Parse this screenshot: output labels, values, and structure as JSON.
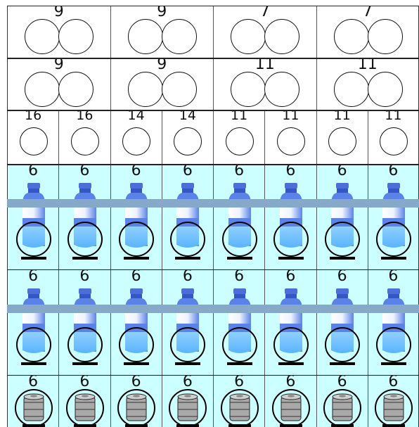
{
  "rows": [
    {
      "kind": "pair",
      "bg": "#ffffff",
      "cells": [
        {
          "count": "9"
        },
        {
          "count": "9"
        },
        {
          "count": "7"
        },
        {
          "count": "7"
        }
      ]
    },
    {
      "kind": "pair",
      "bg": "#ffffff",
      "cells": [
        {
          "count": "9"
        },
        {
          "count": "9"
        },
        {
          "count": "11"
        },
        {
          "count": "11"
        }
      ]
    },
    {
      "kind": "single",
      "bg": "#ffffff",
      "cells": [
        {
          "count": "16"
        },
        {
          "count": "16"
        },
        {
          "count": "14"
        },
        {
          "count": "14"
        },
        {
          "count": "11"
        },
        {
          "count": "11"
        },
        {
          "count": "11"
        },
        {
          "count": "11"
        }
      ]
    },
    {
      "kind": "bottle",
      "bg": "#ccffff",
      "cells": [
        {
          "count": "6"
        },
        {
          "count": "6"
        },
        {
          "count": "6"
        },
        {
          "count": "6"
        },
        {
          "count": "6"
        },
        {
          "count": "6"
        },
        {
          "count": "6"
        },
        {
          "count": "6"
        }
      ]
    },
    {
      "kind": "bottle",
      "bg": "#ccffff",
      "cells": [
        {
          "count": "6"
        },
        {
          "count": "6"
        },
        {
          "count": "6"
        },
        {
          "count": "6"
        },
        {
          "count": "6"
        },
        {
          "count": "6"
        },
        {
          "count": "6"
        },
        {
          "count": "6"
        }
      ]
    },
    {
      "kind": "barrel",
      "bg": "#ccffff",
      "cells": [
        {
          "count": "6"
        },
        {
          "count": "6"
        },
        {
          "count": "6"
        },
        {
          "count": "6"
        },
        {
          "count": "6"
        },
        {
          "count": "6"
        },
        {
          "count": "6"
        },
        {
          "count": "6"
        }
      ]
    }
  ],
  "colors": {
    "bottle_cap": "#4a6fd8",
    "bottle_body": "#5b82e6",
    "water": "#5ab4ff",
    "band": "#86a9c9",
    "barrel": "#a9a9a9"
  },
  "icons": {
    "pair": "double-circle-icon",
    "single": "circle-icon",
    "bottle": "water-bottle-icon",
    "barrel": "barrel-icon"
  }
}
